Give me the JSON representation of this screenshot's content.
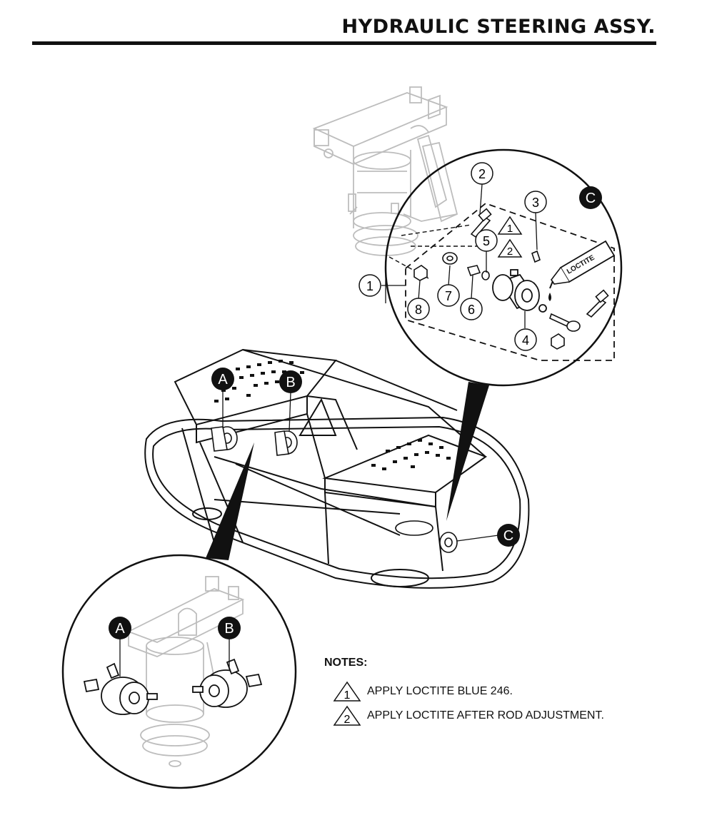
{
  "header": {
    "title": "HYDRAULIC STEERING ASSY."
  },
  "callouts": {
    "part_1": "1",
    "part_2": "2",
    "part_3": "3",
    "part_4": "4",
    "part_5": "5",
    "part_6": "6",
    "part_7": "7",
    "part_8": "8"
  },
  "detail_labels": {
    "a": "A",
    "b": "B",
    "c": "C"
  },
  "note_refs": {
    "n1": "1",
    "n2": "2"
  },
  "tube_label": "LOCTITE",
  "notes": {
    "heading": "NOTES:",
    "items": [
      {
        "ref": "1",
        "text": "APPLY LOCTITE BLUE 246."
      },
      {
        "ref": "2",
        "text": "APPLY LOCTITE AFTER ROD ADJUSTMENT."
      }
    ]
  },
  "colors": {
    "ink": "#111111",
    "ghost": "#bdbdbd",
    "background": "#ffffff"
  }
}
